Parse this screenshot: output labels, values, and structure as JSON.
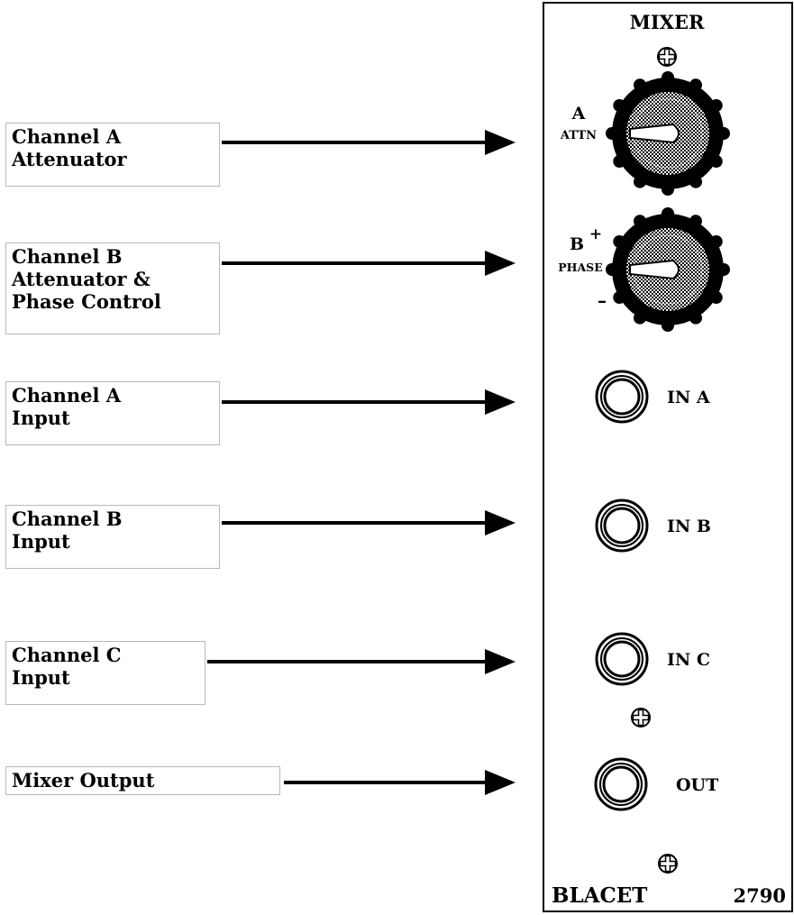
{
  "callouts": [
    {
      "text": "Channel A\nAttenuator"
    },
    {
      "text": "Channel B\nAttenuator &\nPhase Control"
    },
    {
      "text": "Channel A\nInput"
    },
    {
      "text": "Channel B\nInput"
    },
    {
      "text": "Channel C\nInput"
    },
    {
      "text": "Mixer Output"
    }
  ],
  "panel": {
    "title": "MIXER",
    "knob_a": {
      "letter": "A",
      "label": "ATTN"
    },
    "knob_b": {
      "letter": "B",
      "label": "PHASE",
      "plus": "+",
      "minus": "–"
    },
    "jacks": [
      {
        "label": "IN A"
      },
      {
        "label": "IN B"
      },
      {
        "label": "IN C"
      },
      {
        "label": "OUT"
      }
    ],
    "brand": "BLACET",
    "model": "2790"
  }
}
